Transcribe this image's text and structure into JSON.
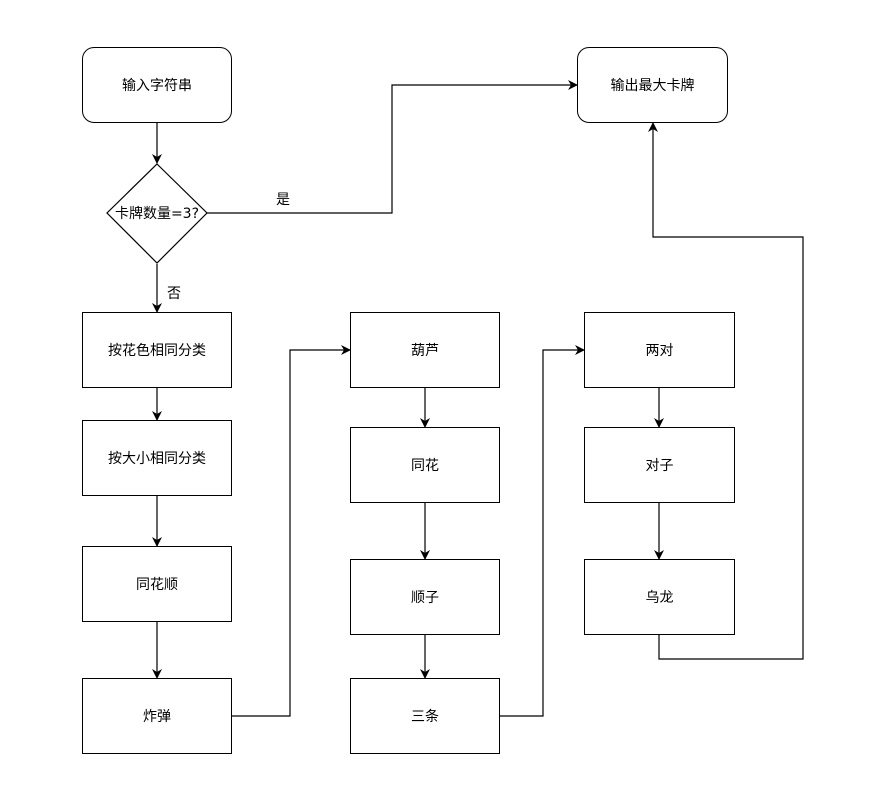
{
  "nodes": {
    "input": "输入字符串",
    "output": "输出最大卡牌",
    "decision": "卡牌数量=3?",
    "sort_suit": "按花色相同分类",
    "sort_rank": "按大小相同分类",
    "straight_flush": "同花顺",
    "bomb": "炸弹",
    "full_house": "葫芦",
    "flush": "同花",
    "straight": "顺子",
    "three": "三条",
    "two_pair": "两对",
    "pair": "对子",
    "high_card": "乌龙"
  },
  "edge_labels": {
    "yes": "是",
    "no": "否"
  }
}
